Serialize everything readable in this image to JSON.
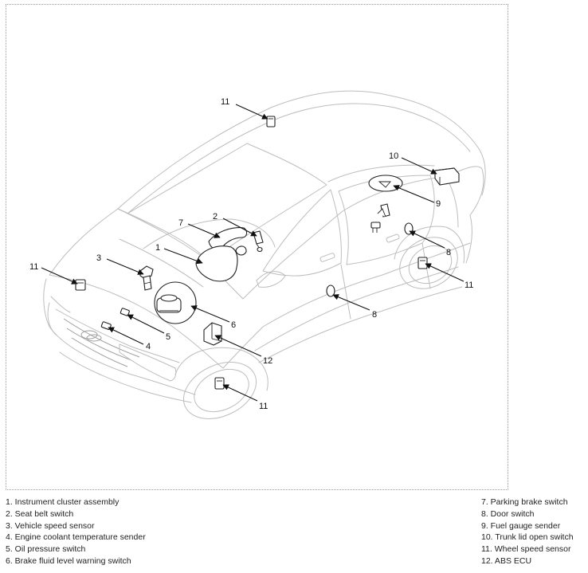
{
  "callouts": {
    "c1": "1",
    "c2": "2",
    "c3": "3",
    "c4": "4",
    "c5": "5",
    "c6": "6",
    "c7": "7",
    "c8a": "8",
    "c8b": "8",
    "c9": "9",
    "c10": "10",
    "c11a": "11",
    "c11b": "11",
    "c11c": "11",
    "c11d": "11",
    "c12": "12"
  },
  "legend": {
    "left": [
      "1. Instrument cluster assembly",
      "2. Seat belt switch",
      "3. Vehicle speed sensor",
      "4. Engine coolant temperature sender",
      "5. Oil pressure switch",
      "6. Brake fluid level warning switch"
    ],
    "right": [
      "7. Parking brake switch",
      "8. Door switch",
      "9. Fuel gauge sender",
      "10. Trunk lid open switch",
      "11. Wheel speed sensor",
      "12. ABS ECU"
    ]
  }
}
